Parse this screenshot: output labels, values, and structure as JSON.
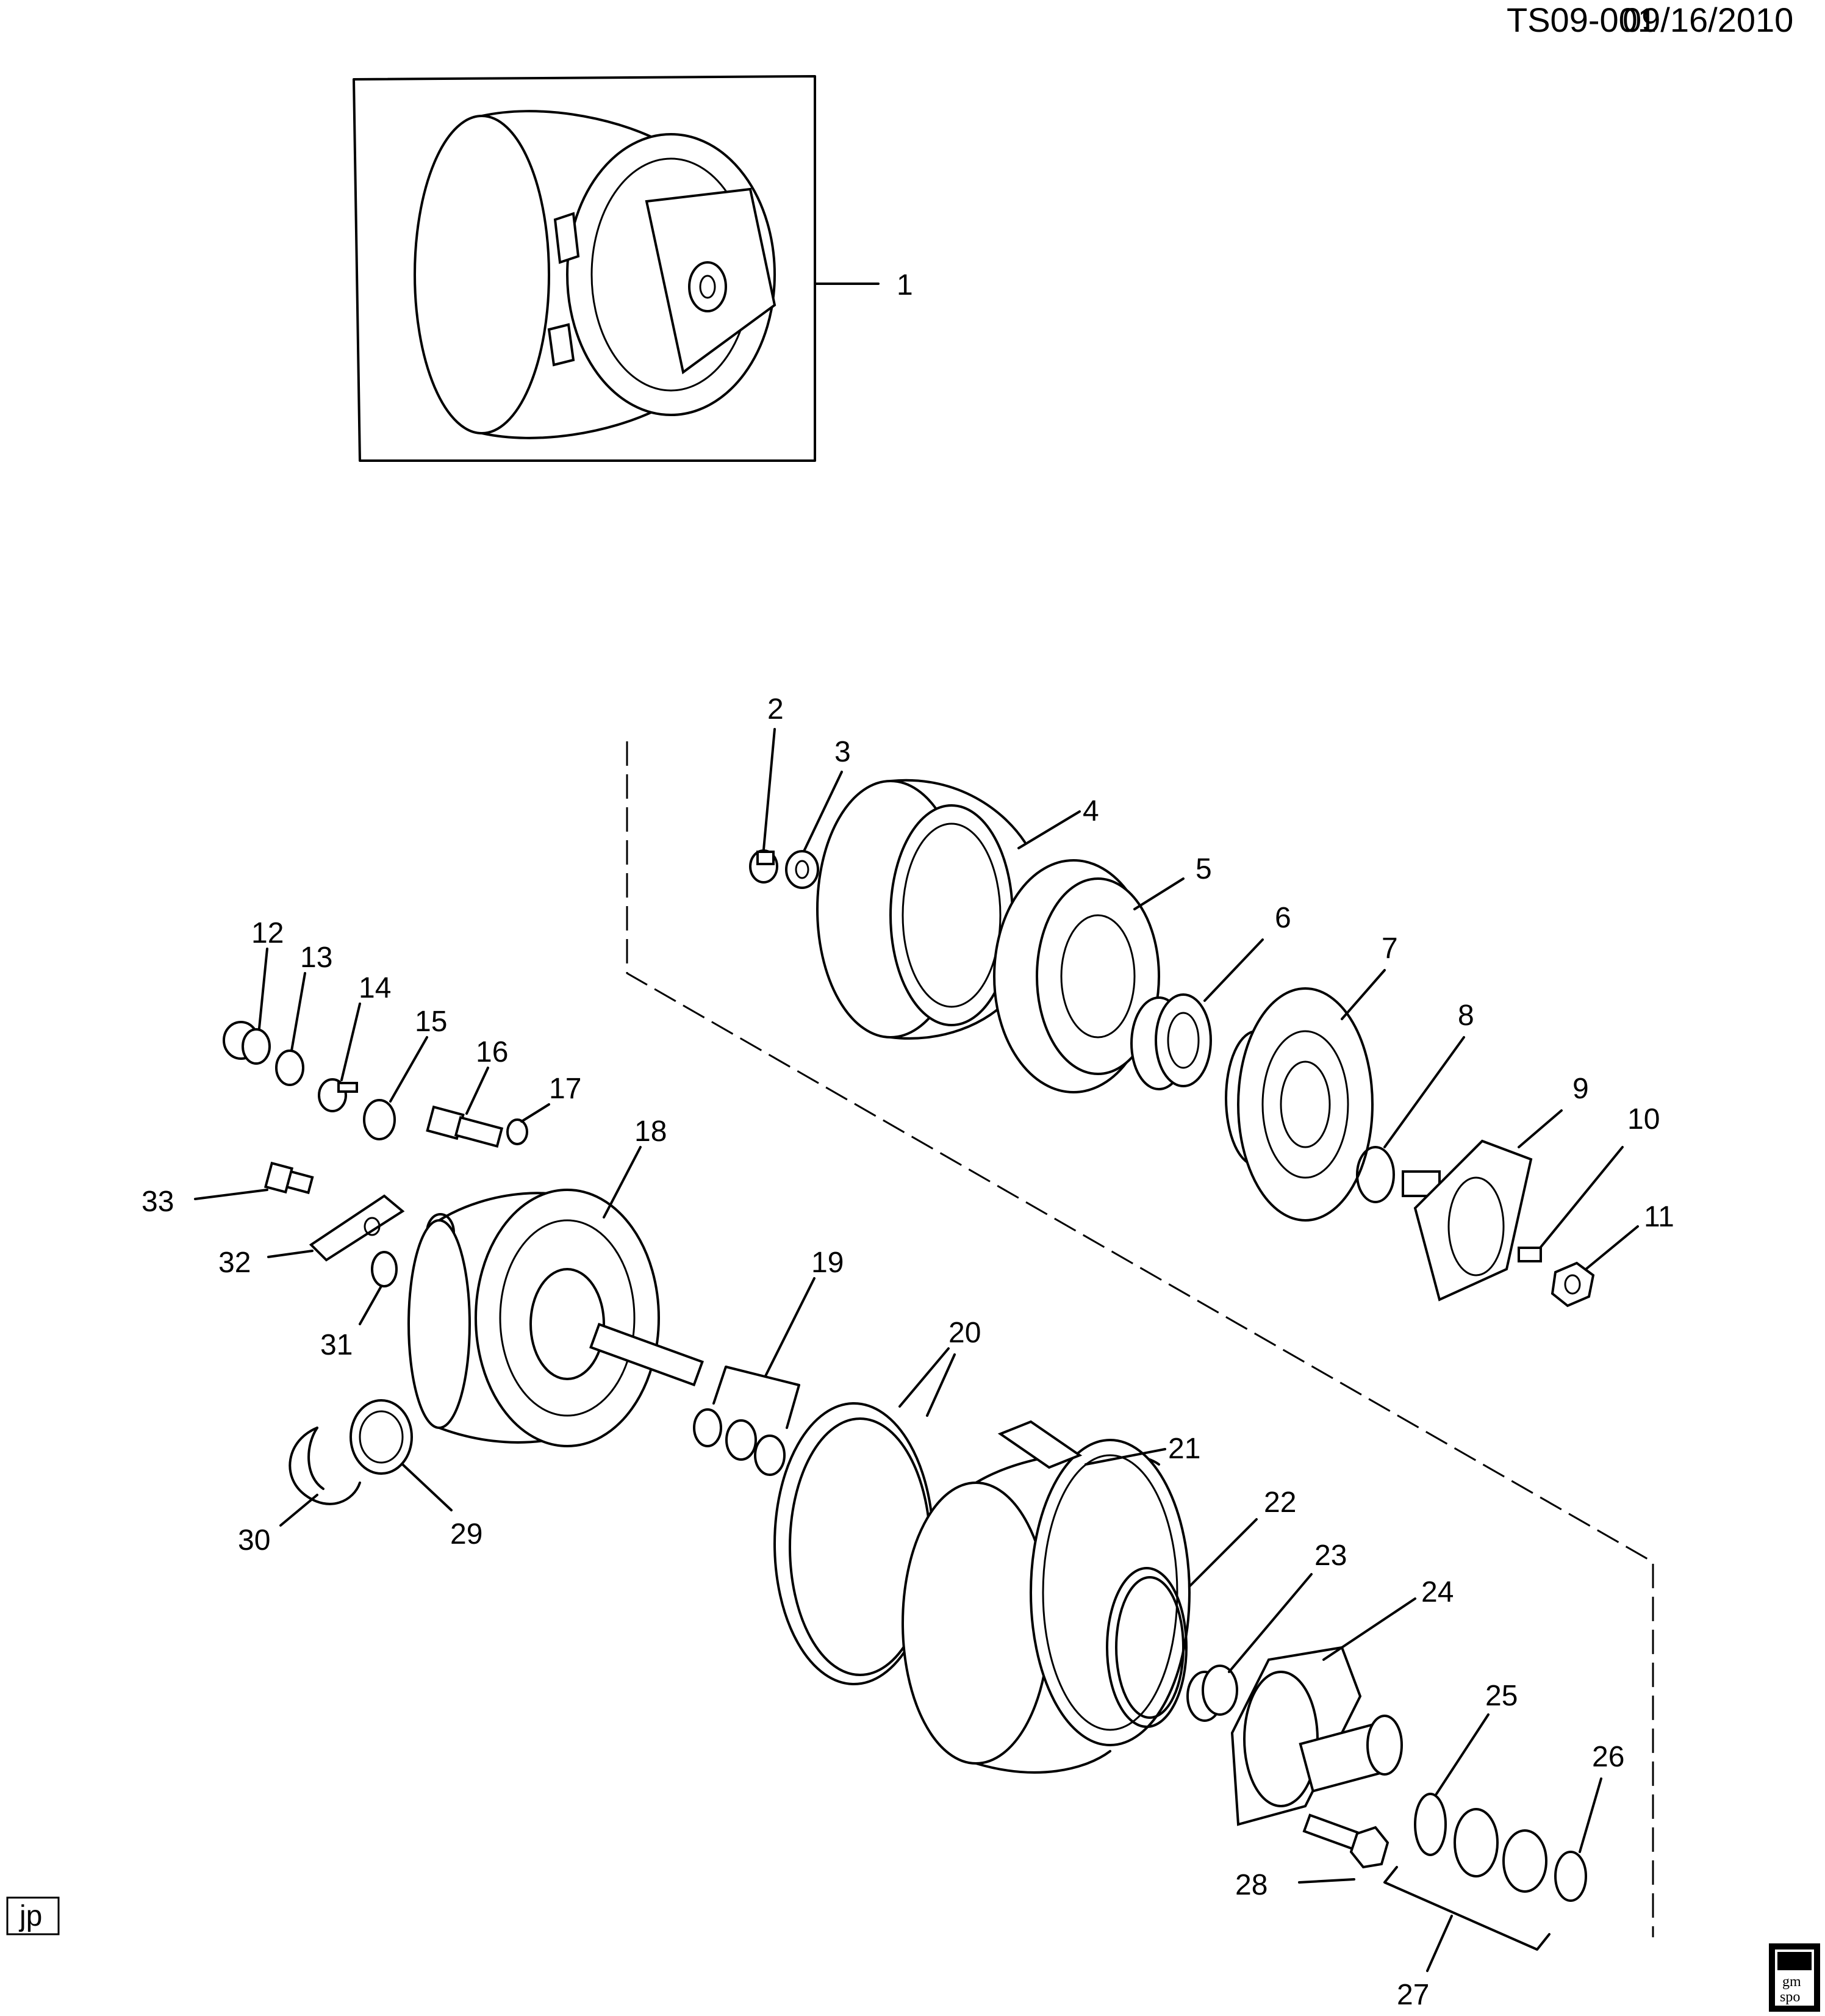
{
  "header": {
    "doc_code": "TS09-001",
    "date": "09/16/2010"
  },
  "footer": {
    "initials": "jp",
    "logo_text_top": "gm",
    "logo_text_bottom": "spo"
  },
  "callouts": [
    {
      "id": "1",
      "text": "1"
    },
    {
      "id": "2",
      "text": "2"
    },
    {
      "id": "3",
      "text": "3"
    },
    {
      "id": "4",
      "text": "4"
    },
    {
      "id": "5",
      "text": "5"
    },
    {
      "id": "6",
      "text": "6"
    },
    {
      "id": "7",
      "text": "7"
    },
    {
      "id": "8",
      "text": "8"
    },
    {
      "id": "9",
      "text": "9"
    },
    {
      "id": "10",
      "text": "10"
    },
    {
      "id": "11",
      "text": "11"
    },
    {
      "id": "12",
      "text": "12"
    },
    {
      "id": "13",
      "text": "13"
    },
    {
      "id": "14",
      "text": "14"
    },
    {
      "id": "15",
      "text": "15"
    },
    {
      "id": "16",
      "text": "16"
    },
    {
      "id": "17",
      "text": "17"
    },
    {
      "id": "18",
      "text": "18"
    },
    {
      "id": "19",
      "text": "19"
    },
    {
      "id": "20",
      "text": "20"
    },
    {
      "id": "21",
      "text": "21"
    },
    {
      "id": "22",
      "text": "22"
    },
    {
      "id": "23",
      "text": "23"
    },
    {
      "id": "24",
      "text": "24"
    },
    {
      "id": "25",
      "text": "25"
    },
    {
      "id": "26",
      "text": "26"
    },
    {
      "id": "27",
      "text": "27"
    },
    {
      "id": "28",
      "text": "28"
    },
    {
      "id": "29",
      "text": "29"
    },
    {
      "id": "30",
      "text": "30"
    },
    {
      "id": "31",
      "text": "31"
    },
    {
      "id": "32",
      "text": "32"
    },
    {
      "id": "33",
      "text": "33"
    }
  ]
}
